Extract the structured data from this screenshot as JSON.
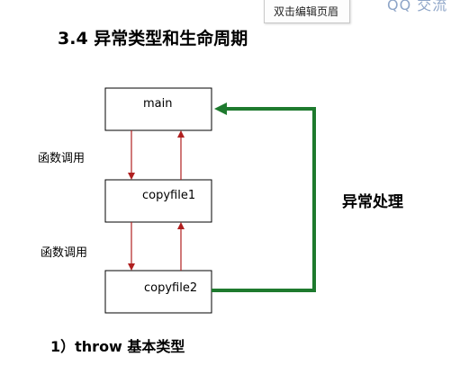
{
  "header": {
    "tooltip": "双击编辑页眉",
    "corner_text": "QQ 交流 ",
    "title": "3.4 异常类型和生命周期"
  },
  "diagram": {
    "nodes": {
      "main": "main",
      "copyfile1": "copyfile1",
      "copyfile2": "copyfile2"
    },
    "call_label_1": "函数调用",
    "call_label_2": "函数调用",
    "exception_label": "异常处理",
    "colors": {
      "call_arrow": "#b02020",
      "exception_arrow": "#1e7a2e",
      "box_border": "#000000"
    }
  },
  "section": {
    "heading": "1）throw 基本类型"
  }
}
